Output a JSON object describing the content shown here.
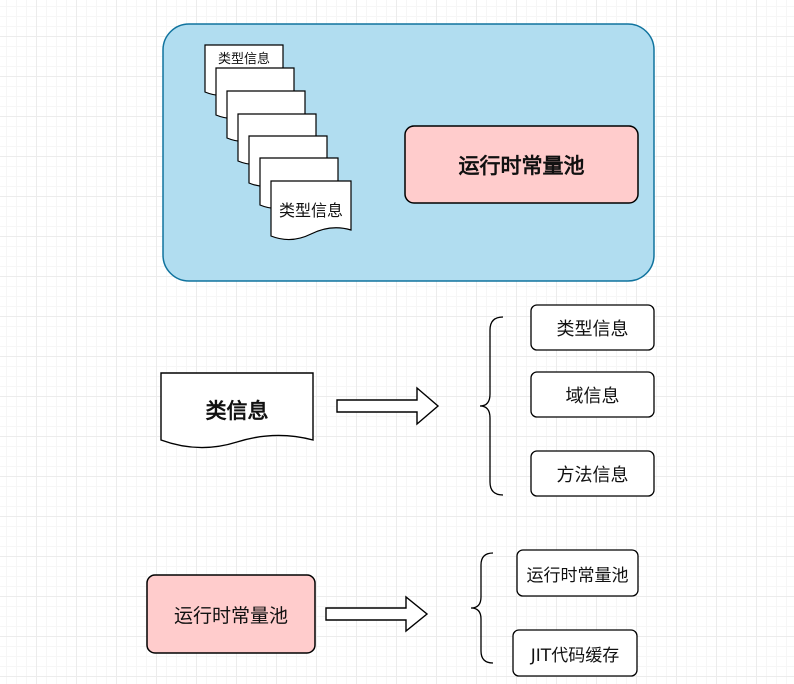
{
  "top_panel": {
    "doc_stack_first_label": "类型信息",
    "doc_stack_last_label": "类型信息",
    "pool_label": "运行时常量池"
  },
  "class_info": {
    "source_label": "类信息",
    "items": [
      "类型信息",
      "域信息",
      "方法信息"
    ]
  },
  "runtime_pool": {
    "source_label": "运行时常量池",
    "items": [
      "运行时常量池",
      "JIT代码缓存"
    ]
  },
  "colors": {
    "panel_fill": "#b1ddf0",
    "pool_fill": "#ffcccc",
    "stroke": "#000000"
  }
}
